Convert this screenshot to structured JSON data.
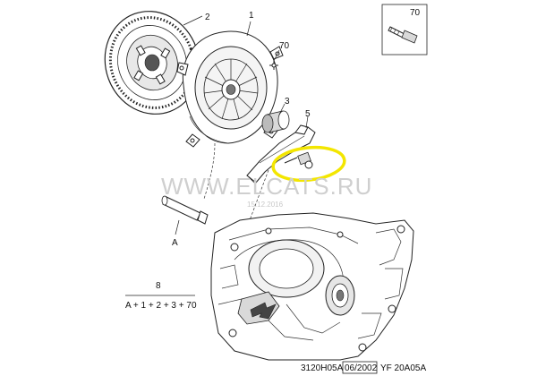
{
  "callouts": {
    "c1": "1",
    "c2": "2",
    "c3": "3",
    "c5": "5",
    "c70": "70",
    "cA": "A",
    "c8": "8"
  },
  "inset": {
    "label": "70"
  },
  "formula": "A + 1 + 2 + 3 + 70",
  "watermark": {
    "site": "WWW.ELCATS.RU",
    "date": "15.12.2016"
  },
  "footer": {
    "ref": "3120H05A",
    "date": "06/2002",
    "code": "YF 20A05A"
  },
  "highlight_color": "#f3e600"
}
